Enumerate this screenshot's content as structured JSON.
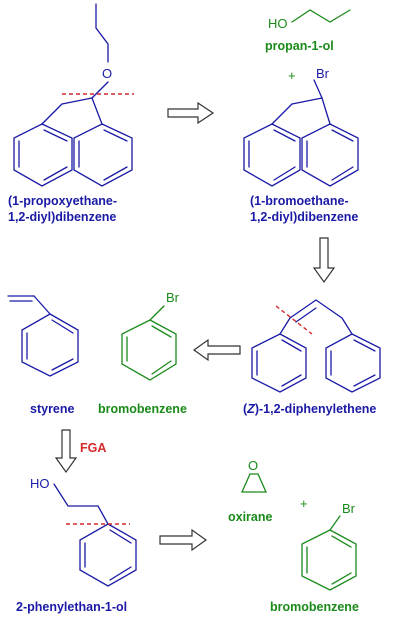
{
  "compounds": {
    "ether": {
      "line1": "(1-propoxyethane-",
      "line2": "1,2-diyl)dibenzene",
      "atom_o": "O"
    },
    "propanol": {
      "label": "propan-1-ol",
      "atom_ho": "HO"
    },
    "bromide": {
      "line1": "(1-bromoethane-",
      "line2": "1,2-diyl)dibenzene",
      "atom_br": "Br",
      "plus": "+"
    },
    "stilbene": {
      "prefix": "(",
      "stereo": "Z",
      "suffix": ")-1,2-diphenylethene"
    },
    "styrene": {
      "label": "styrene"
    },
    "bromobenzene_mid": {
      "label": "bromobenzene",
      "atom_br": "Br"
    },
    "phenylethanol": {
      "label": "2-phenylethan-1-ol",
      "atom_ho": "HO"
    },
    "oxirane": {
      "label": "oxirane",
      "atom_o": "O",
      "plus": "+"
    },
    "bromobenzene_bottom": {
      "label": "bromobenzene",
      "atom_br": "Br"
    }
  },
  "fga_label": "FGA",
  "colors": {
    "blue": "#1a1aa6",
    "green": "#1a8a1a",
    "red": "#d42a2a"
  }
}
